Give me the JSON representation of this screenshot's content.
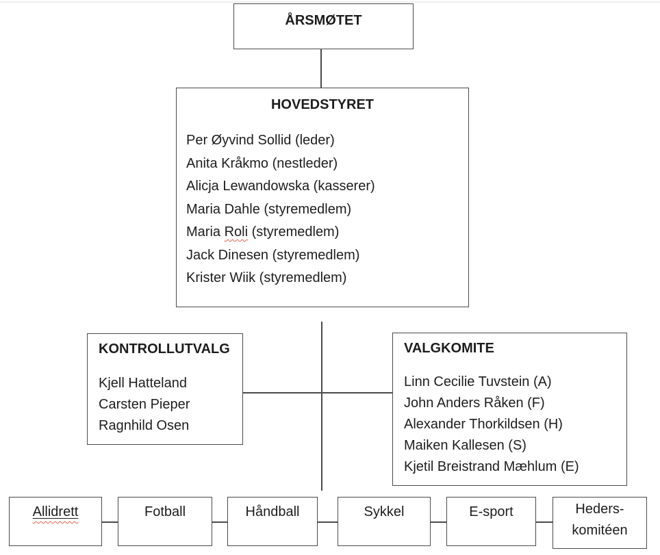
{
  "colors": {
    "background": "#ffffff",
    "border": "#4a4a4a",
    "text": "#1d1d1d",
    "spellcheck": "#e4604f"
  },
  "org_chart": {
    "arsmotet": {
      "title": "ÅRSMØTET"
    },
    "hovedstyret": {
      "title": "HOVEDSTYRET",
      "members": [
        "Per Øyvind Sollid (leder)",
        "Anita Kråkmo (nestleder)",
        "Alicja Lewandowska (kasserer)",
        "Maria Dahle (styremedlem)",
        {
          "pre": "Maria ",
          "misspelled": "Roli",
          "post": " (styremedlem)"
        },
        "Jack Dinesen (styremedlem)",
        "Krister Wiik (styremedlem)"
      ]
    },
    "kontrollutvalg": {
      "title": "KONTROLLUTVALG",
      "members": [
        "Kjell Hatteland",
        "Carsten Pieper",
        "Ragnhild Osen"
      ]
    },
    "valgkomite": {
      "title": "VALGKOMITE",
      "members": [
        "Linn Cecilie Tuvstein (A)",
        "John Anders Råken (F)",
        "Alexander Thorkildsen (H)",
        "Maiken Kallesen (S)",
        "Kjetil Breistrand Mæhlum (E)"
      ]
    },
    "units": [
      {
        "label": "Allidrett"
      },
      {
        "label": "Fotball"
      },
      {
        "label": "Håndball"
      },
      {
        "label": "Sykkel"
      },
      {
        "label": "E-sport"
      },
      {
        "line1": "Heders-",
        "line2": "komitéen"
      }
    ]
  }
}
